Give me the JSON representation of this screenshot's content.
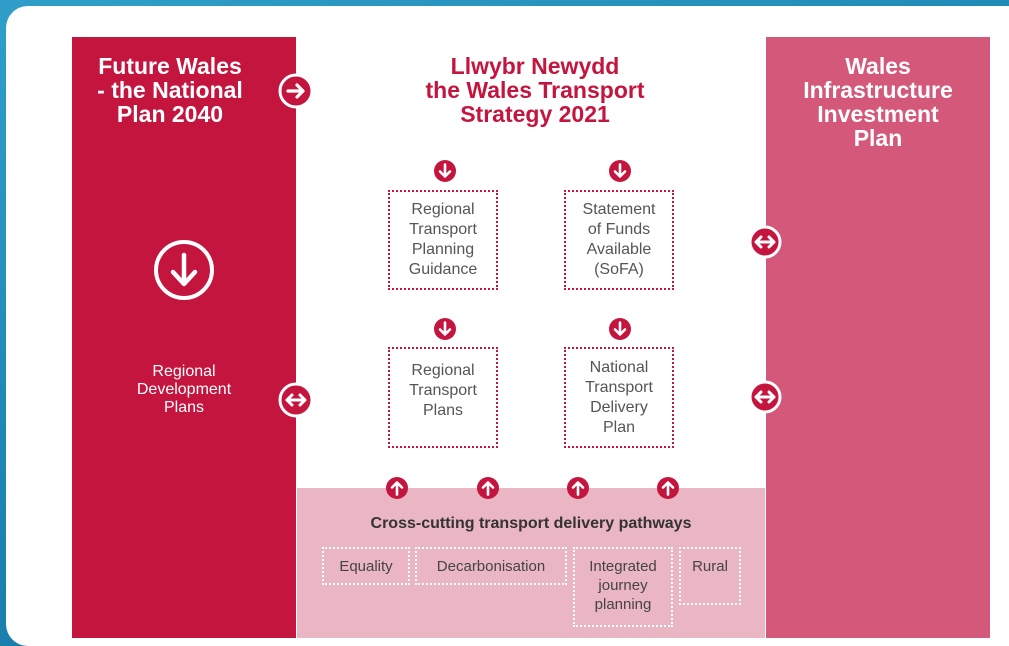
{
  "colors": {
    "primary": "#c4153f",
    "secondary": "#d4587a",
    "band": "#ebb6c3",
    "frame": "#1d87b4"
  },
  "left": {
    "title": "Future Wales\n- the National\nPlan 2040",
    "node": "Regional\nDevelopment\nPlans"
  },
  "center": {
    "title": "Llwybr Newydd\nthe Wales Transport\nStrategy 2021",
    "boxes": {
      "rtpg": "Regional\nTransport\nPlanning\nGuidance",
      "sofa": "Statement\nof Funds\nAvailable\n(SoFA)",
      "rtp": "Regional\nTransport\nPlans",
      "ntdp": "National\nTransport\nDelivery\nPlan"
    }
  },
  "right": {
    "title": "Wales\nInfrastructure\nInvestment\nPlan"
  },
  "pathways": {
    "heading": "Cross-cutting transport delivery pathways",
    "items": {
      "equality": "Equality",
      "decarbonisation": "Decarbonisation",
      "integrated": "Integrated\njourney\nplanning",
      "rural": "Rural"
    }
  },
  "icons": {
    "arrow_right": "arrow-right-circle-icon",
    "arrow_down": "arrow-down-circle-icon",
    "arrow_up": "arrow-up-circle-icon",
    "arrow_both": "arrow-left-right-circle-icon"
  }
}
